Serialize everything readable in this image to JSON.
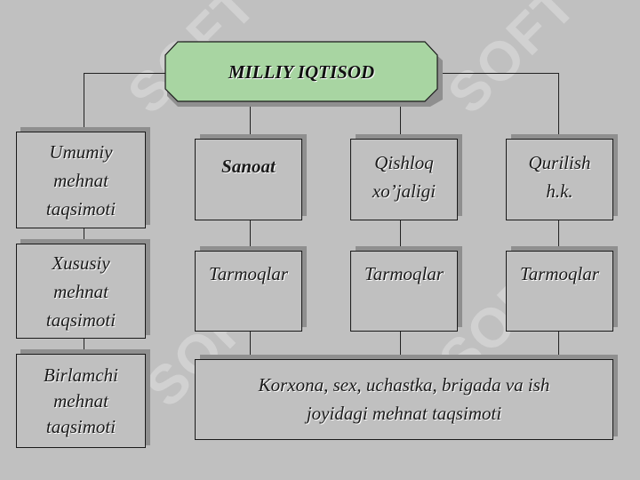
{
  "title": "MILLIY IQTISOD",
  "left_column": [
    "Umumiy\nmehnat\ntaqsimoti",
    "Xususiy\nmehnat\ntaqsimoti",
    "Birlamchi\nmehnat\ntaqsimoti"
  ],
  "sectors": [
    "Sanoat",
    "Qishloq\nxo’jaligi",
    "Qurilish\nh.k."
  ],
  "branches": [
    "Tarmoqlar",
    "Tarmoqlar",
    "Tarmoqlar"
  ],
  "bottom": "Korxona, sex, uchastka, brigada va ish\njoyidagi mehnat taqsimoti",
  "watermark": "SOFT",
  "colors": {
    "background": "#c0c0c0",
    "title_fill": "#a8d5a2",
    "watermark": "#ffffff"
  }
}
